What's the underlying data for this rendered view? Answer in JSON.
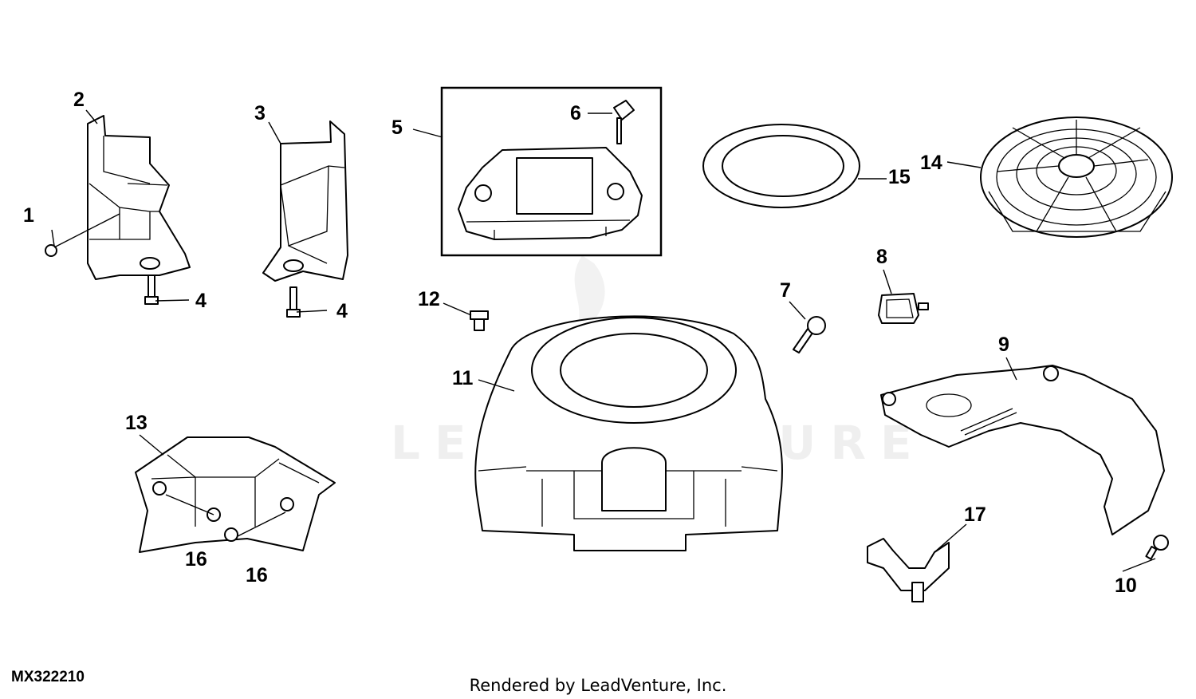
{
  "diagram_id": "MX322210",
  "footer": "Rendered by LeadVenture, Inc.",
  "watermark": "LEADVENTURE",
  "callouts": [
    "1",
    "2",
    "3",
    "4",
    "4",
    "5",
    "6",
    "7",
    "8",
    "9",
    "10",
    "11",
    "12",
    "13",
    "14",
    "15",
    "16",
    "16",
    "17"
  ]
}
